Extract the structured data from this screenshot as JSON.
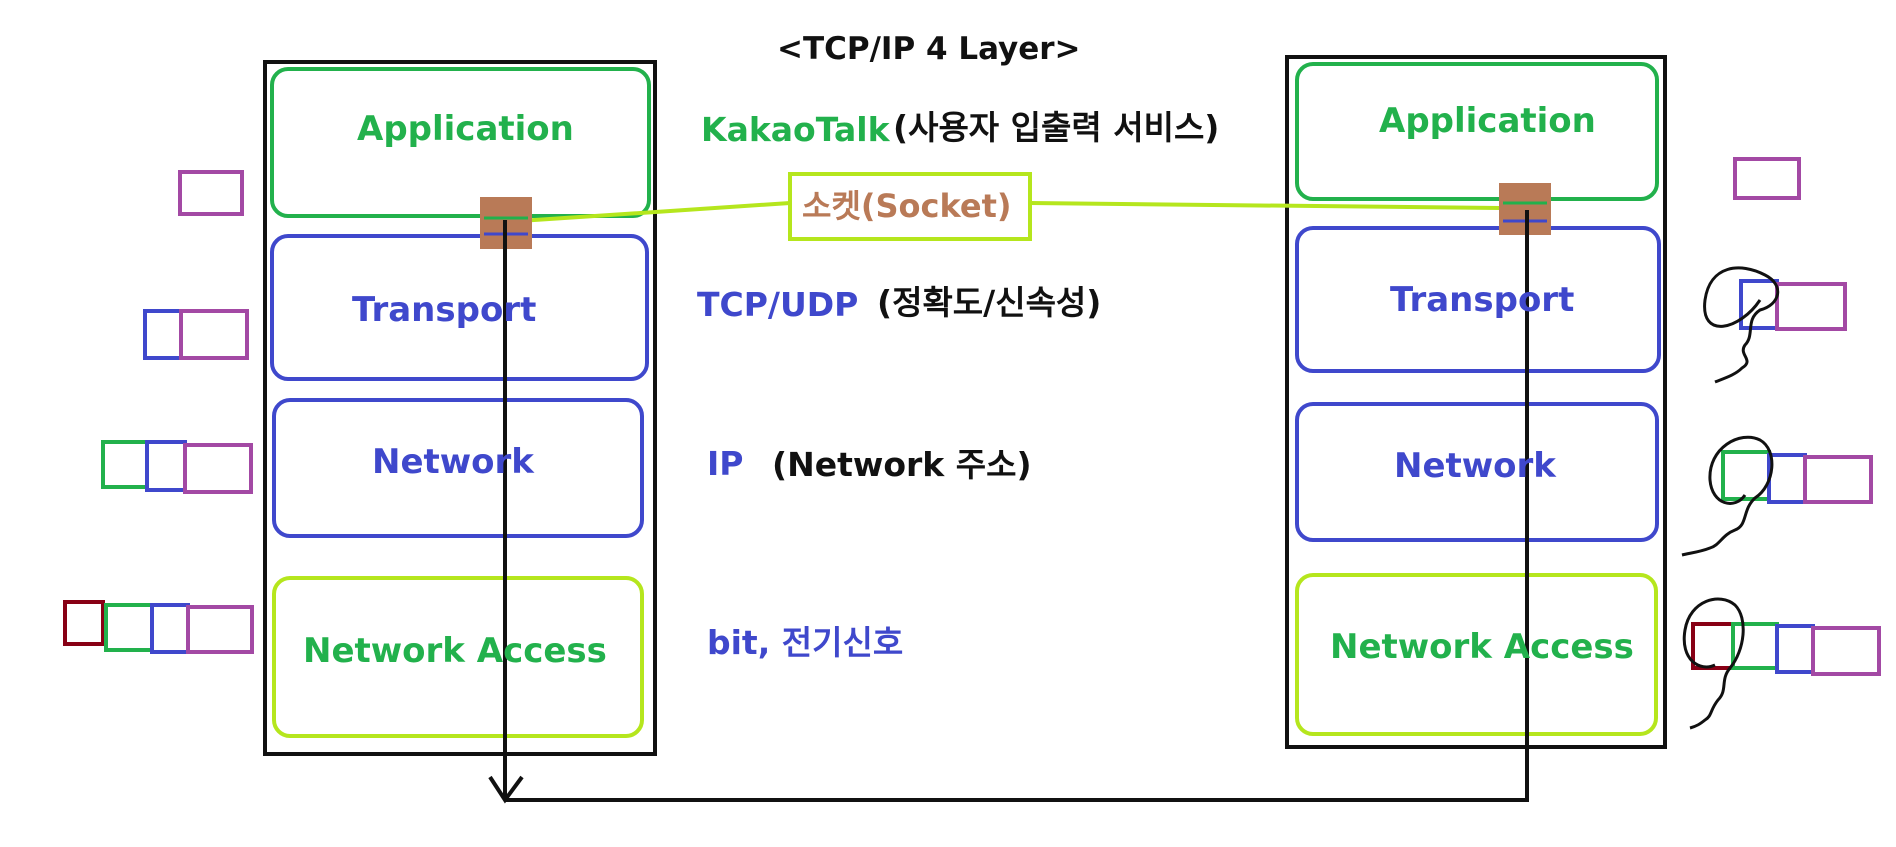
{
  "title": "<TCP/IP 4 Layer>",
  "colors": {
    "application": "#22b14c",
    "transport": "#3f48cc",
    "network": "#3f48cc",
    "network_access": "#b5e61d",
    "socket": "#b97a57",
    "header_app": "#a349a4",
    "header_ip": "#22b14c",
    "header_frame": "#880015"
  },
  "layers": {
    "application": "Application",
    "transport": "Transport",
    "network": "Network",
    "network_access": "Network Access"
  },
  "descriptions": {
    "app_protocol": "KakaoTalk",
    "app_desc": "(사용자 입출력 서비스)",
    "transport_protocol": "TCP/UDP",
    "transport_desc": "(정확도/신속성)",
    "network_protocol": "IP",
    "network_desc": "(Network 주소)",
    "access_desc": "bit, 전기신호"
  },
  "socket_label": "소켓(Socket)"
}
